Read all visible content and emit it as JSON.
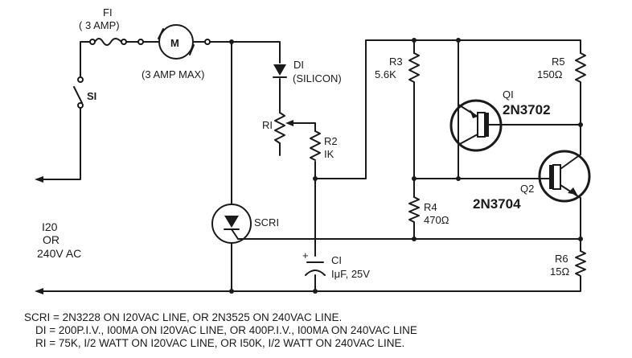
{
  "components": {
    "f1": {
      "name": "FI",
      "value": "( 3 AMP)"
    },
    "motor": {
      "symbol": "M",
      "value": "(3 AMP MAX)"
    },
    "s1": {
      "name": "SI"
    },
    "d1": {
      "name": "DI",
      "value": "(SILICON)"
    },
    "r1": {
      "name": "RI"
    },
    "r2": {
      "name": "R2",
      "value": "IK"
    },
    "r3": {
      "name": "R3",
      "value": "5.6K"
    },
    "r4": {
      "name": "R4",
      "value": "470Ω"
    },
    "r5": {
      "name": "R5",
      "value": "150Ω"
    },
    "r6": {
      "name": "R6",
      "value": "15Ω"
    },
    "q1": {
      "name": "QI",
      "value": "2N3702"
    },
    "q2": {
      "name": "Q2",
      "value": "2N3704"
    },
    "scr1": {
      "name": "SCRI"
    },
    "c1": {
      "name": "CI",
      "value": "IμF, 25V",
      "polarity": "+"
    }
  },
  "supply": {
    "line1": "I20",
    "line2": "OR",
    "line3": "240V AC"
  },
  "notes": [
    "SCRI = 2N3228 ON I20VAC LINE, OR 2N3525 ON 240VAC LINE.",
    "DI = 200P.I.V., I00MA ON I20VAC LINE, OR 400P.I.V., I00MA ON 240VAC LINE",
    "RI = 75K, I/2 WATT ON I20VAC LINE, OR I50K, I/2 WATT ON 240VAC LINE."
  ]
}
